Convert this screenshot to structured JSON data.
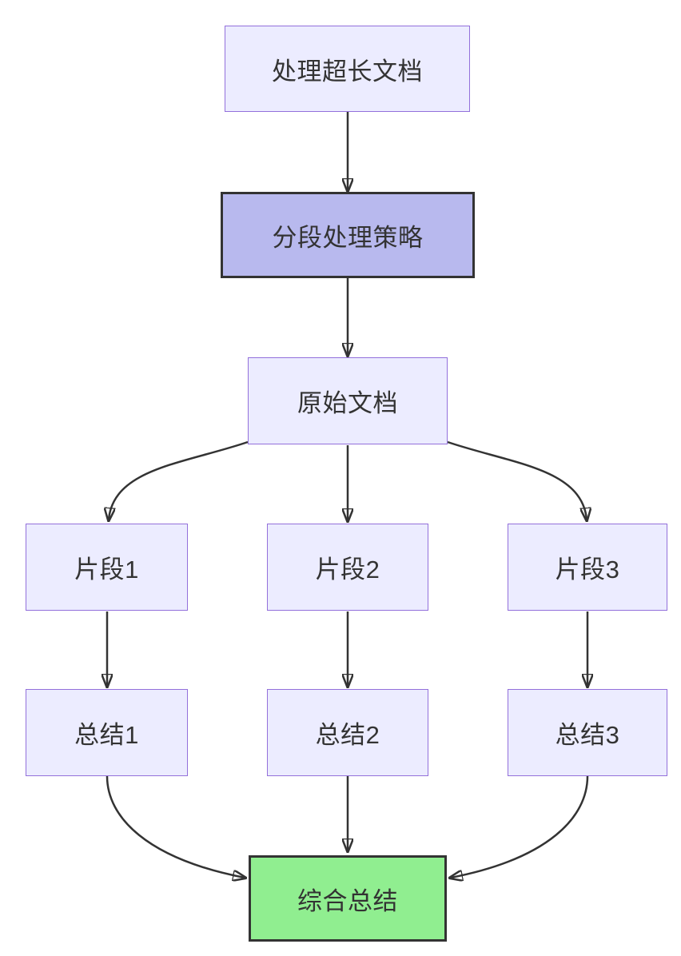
{
  "diagram": {
    "type": "flowchart",
    "direction": "top-down",
    "nodes": [
      {
        "id": "start",
        "label": "处理超长文档",
        "style": "default"
      },
      {
        "id": "strategy",
        "label": "分段处理策略",
        "style": "highlight"
      },
      {
        "id": "original",
        "label": "原始文档",
        "style": "default"
      },
      {
        "id": "segment1",
        "label": "片段1",
        "style": "default"
      },
      {
        "id": "segment2",
        "label": "片段2",
        "style": "default"
      },
      {
        "id": "segment3",
        "label": "片段3",
        "style": "default"
      },
      {
        "id": "summary1",
        "label": "总结1",
        "style": "default"
      },
      {
        "id": "summary2",
        "label": "总结2",
        "style": "default"
      },
      {
        "id": "summary3",
        "label": "总结3",
        "style": "default"
      },
      {
        "id": "final",
        "label": "综合总结",
        "style": "success"
      }
    ],
    "edges": [
      {
        "from": "处理超长文档",
        "to": "分段处理策略"
      },
      {
        "from": "分段处理策略",
        "to": "原始文档"
      },
      {
        "from": "原始文档",
        "to": "片段1"
      },
      {
        "from": "原始文档",
        "to": "片段2"
      },
      {
        "from": "原始文档",
        "to": "片段3"
      },
      {
        "from": "片段1",
        "to": "总结1"
      },
      {
        "from": "片段2",
        "to": "总结2"
      },
      {
        "from": "片段3",
        "to": "总结3"
      },
      {
        "from": "总结1",
        "to": "综合总结"
      },
      {
        "from": "总结2",
        "to": "综合总结"
      },
      {
        "from": "总结3",
        "to": "综合总结"
      }
    ],
    "colors": {
      "node_fill": "#ECECFF",
      "node_border": "#9370DB",
      "highlight_fill": "#B8B9EE",
      "highlight_border": "#333333",
      "success_fill": "#90EE90",
      "success_border": "#333333",
      "edge_stroke": "#333333",
      "text": "#333333",
      "background": "#FFFFFF"
    }
  }
}
